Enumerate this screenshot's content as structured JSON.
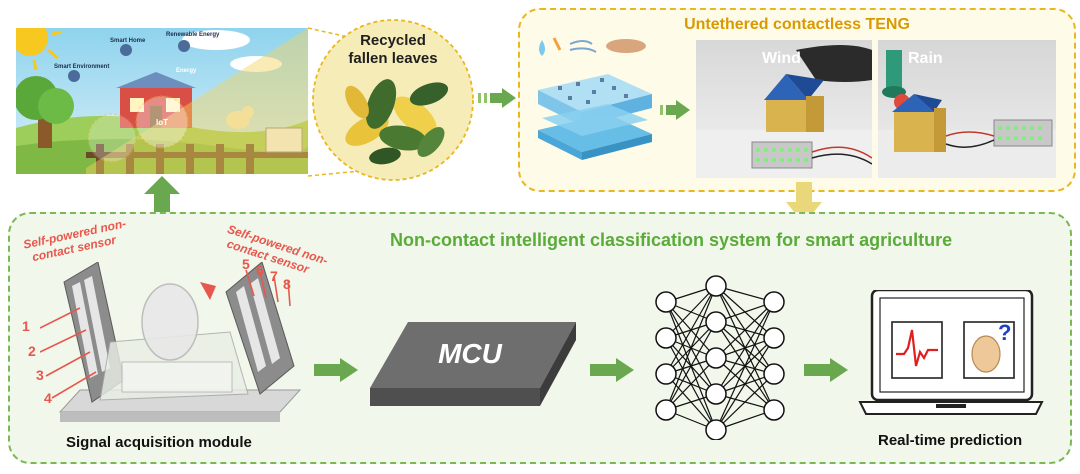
{
  "top_left_scene": {
    "labels": [
      "Renewable Energy",
      "Smart Home",
      "Smart Environment",
      "Energy",
      "IoT"
    ]
  },
  "leaves": {
    "title_line1": "Recycled",
    "title_line2": "fallen leaves"
  },
  "teng": {
    "title": "Untethered contactless TENG",
    "wind_label": "Wind",
    "rain_label": "Rain"
  },
  "system": {
    "title": "Non-contact intelligent classification system for smart agriculture",
    "sensor_left_line1": "Self-powered non-",
    "sensor_left_line2": "contact sensor",
    "sensor_right_line1": "Self-powered non-",
    "sensor_right_line2": "contact sensor",
    "left_numbers": [
      "1",
      "2",
      "3",
      "4"
    ],
    "right_numbers": [
      "5",
      "6",
      "7",
      "8"
    ],
    "mcu_label": "MCU",
    "signal_caption": "Signal acquisition module",
    "prediction_caption": "Real-time prediction",
    "question_mark": "?"
  },
  "colors": {
    "yellow_dash": "#e8b81e",
    "green_dash": "#79b855",
    "green_title": "#5aab3a",
    "red_label": "#e8574d",
    "arrow_green": "#6aa84f",
    "arrow_yellow": "#e9d77a"
  }
}
